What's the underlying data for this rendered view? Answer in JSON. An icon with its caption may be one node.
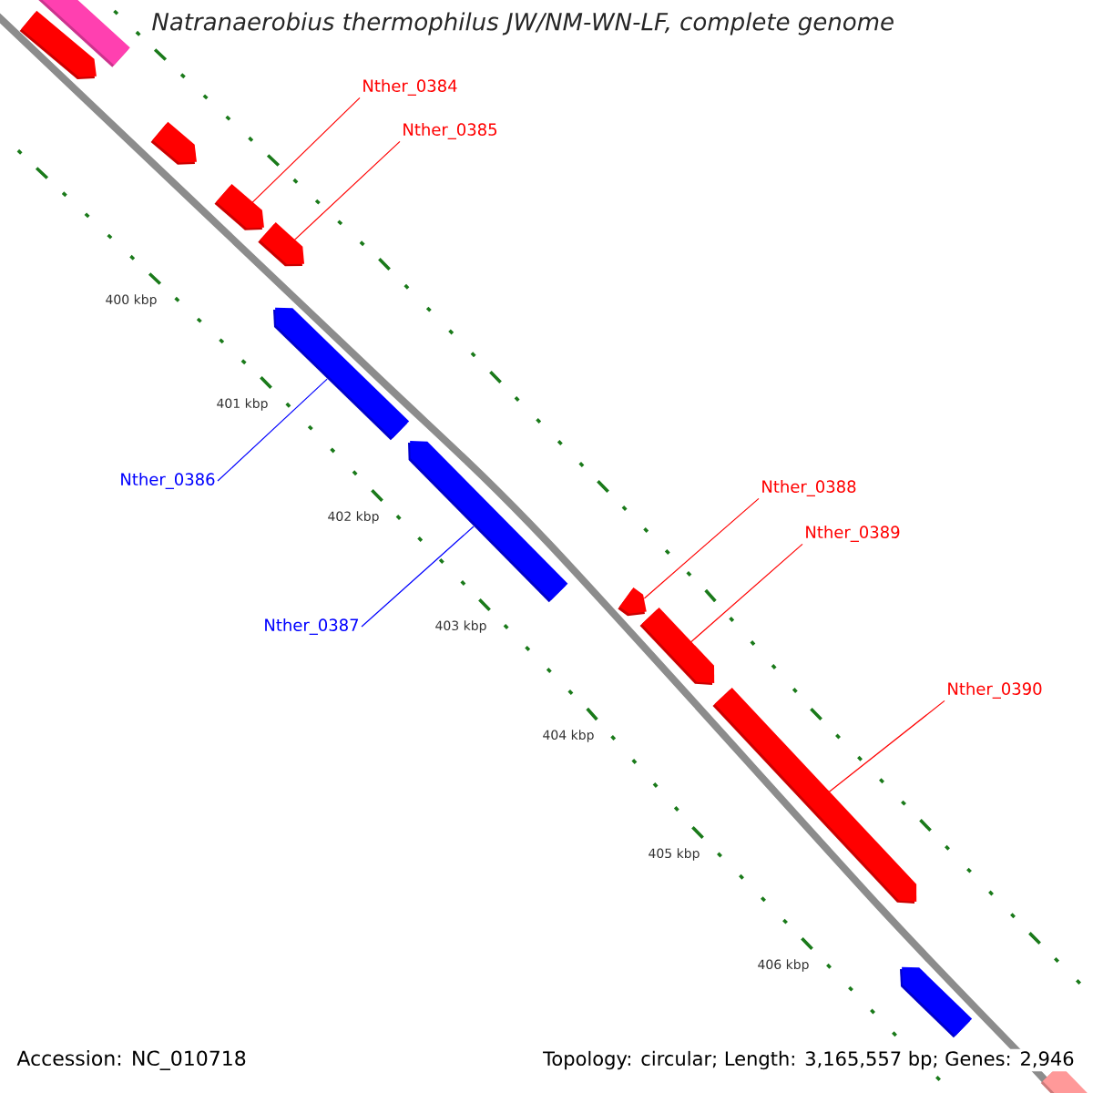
{
  "diagram": {
    "title": "Natranaerobius thermophilus JW/NM-WN-LF, complete genome",
    "nodes": [
      {
        "text": [],
        "shape": "bar"
      },
      {
        "text": [],
        "shape": "bar"
      },
      {
        "text": [
          "Nther_0384"
        ]
      },
      {
        "text": [],
        "shape": "bar"
      },
      {
        "text": [
          "Nther_0385"
        ]
      },
      {
        "text": [],
        "shape": "bar"
      },
      {
        "text": [],
        "shape": "bar"
      },
      {
        "text": [],
        "shape": "bar"
      },
      {
        "text": [
          "Nther_0386"
        ]
      },
      {
        "text": [],
        "shape": "bar"
      },
      {
        "text": [
          "Nther_0388"
        ]
      },
      {
        "text": [
          "Nther_0389"
        ]
      },
      {
        "text": [],
        "shape": "bar"
      },
      {
        "text": [
          "Nther_0387"
        ]
      },
      {
        "text": [],
        "shape": "bar"
      },
      {
        "text": [
          "Nther_0390"
        ]
      },
      {
        "text": [],
        "shape": "bar"
      },
      {
        "text": [],
        "shape": "bar"
      },
      {
        "text": [],
        "shape": "bar"
      }
    ],
    "edges": [
      {
        "from": 2,
        "to": 5,
        "arrow": "none"
      },
      {
        "from": 4,
        "to": 6,
        "arrow": "none"
      },
      {
        "from": 8,
        "to": 7,
        "arrow": "none",
        "color": "#0000ff"
      },
      {
        "from": 13,
        "to": 9,
        "arrow": "none",
        "color": "#0000ff"
      },
      {
        "from": 10,
        "to": 12,
        "arrow": "none"
      },
      {
        "from": 11,
        "to": 14,
        "arrow": "none"
      },
      {
        "from": 15,
        "to": 16,
        "arrow": "none"
      }
    ],
    "labels": [
      "400 kbp",
      "401 kbp",
      "402 kbp",
      "403 kbp",
      "404 kbp",
      "405 kbp",
      "406 kbp",
      "Accession: NC_010718",
      "Topology: circular; Length: 3,165,557 bp; Genes: 2,946"
    ]
  }
}
